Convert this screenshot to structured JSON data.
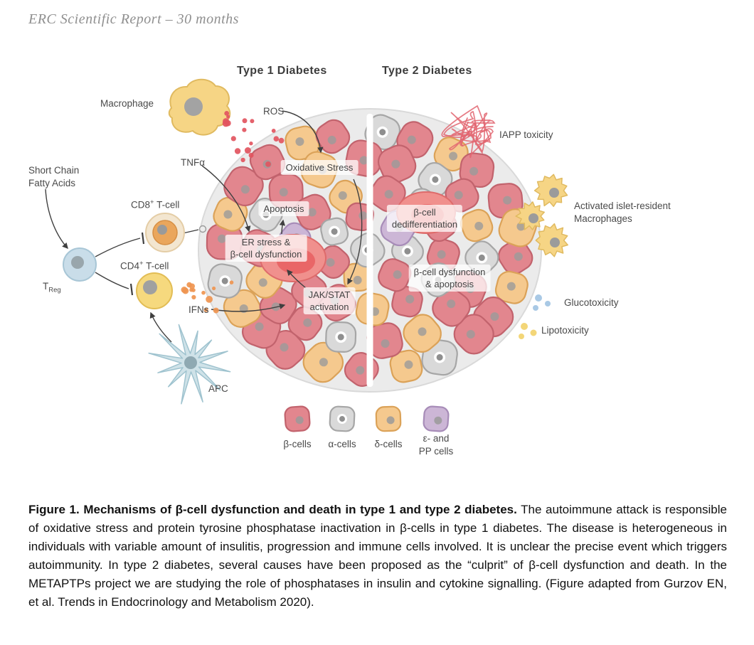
{
  "page": {
    "header": "ERC Scientific Report – 30 months"
  },
  "figure": {
    "titles": {
      "type1": "Type 1 Diabetes",
      "type2": "Type 2 Diabetes"
    },
    "left": {
      "macrophage": "Macrophage",
      "ros": "ROS",
      "tnfa": "TNFα",
      "scfa_line1": "Short Chain",
      "scfa_line2": "Fatty Acids",
      "cd8_pre": "CD8",
      "cd8_sup": "+",
      "cd8_post": " T-cell",
      "cd4_pre": "CD4",
      "cd4_sup": "+",
      "cd4_post": " T-cell",
      "treg_pre": "T",
      "treg_sub": "Reg",
      "ifns": "IFNs",
      "apc": "APC"
    },
    "islet": {
      "oxidative_stress": "Oxidative Stress",
      "apoptosis": "Apoptosis",
      "er_line1": "ER stress &",
      "er_line2": "β-cell dysfunction",
      "jak_line1": "JAK/STAT",
      "jak_line2": "activation",
      "dediff_line1": "β-cell",
      "dediff_line2": "dedifferentiation",
      "dysf_line1": "β-cell dysfunction",
      "dysf_line2": "& apoptosis"
    },
    "right": {
      "iapp": "IAPP toxicity",
      "activated_line1": "Activated islet-resident",
      "activated_line2": "Macrophages",
      "gluco": "Glucotoxicity",
      "lipo": "Lipotoxicity"
    },
    "legend": [
      {
        "label": "β-cells",
        "fill": "#e2868e",
        "stroke": "#c2636d"
      },
      {
        "label": "α-cells",
        "fill": "#d9d9d9",
        "stroke": "#a6a6a6"
      },
      {
        "label": "δ-cells",
        "fill": "#f5c98e",
        "stroke": "#dba258"
      },
      {
        "label": "ε- and",
        "label2": "PP cells",
        "fill": "#ccb6d6",
        "stroke": "#a78cb8"
      }
    ]
  },
  "palette": {
    "beta_fill": "#e2868e",
    "beta_stroke": "#c2636d",
    "alpha_fill": "#d9d9d9",
    "alpha_stroke": "#a6a6a6",
    "delta_fill": "#f5c98e",
    "delta_stroke": "#dba258",
    "eps_fill": "#ccb6d6",
    "eps_stroke": "#a78cb8",
    "ros": "#e25560",
    "ifn": "#ef9550",
    "gluco": "#a9c9e5",
    "lipo": "#f3d678",
    "iapp": "#e26570",
    "mac_fill": "#f6d585",
    "mac_stroke": "#e0ba60",
    "apc_fill": "#cfe2e8",
    "apc_stroke": "#9fc3cf",
    "islet_bg": "#ebebeb",
    "islet_edge": "#d9d9d9",
    "arrow": "#3f3f3f"
  },
  "caption": {
    "bold": "Figure 1. Mechanisms of β-cell dysfunction and death in type 1 and type 2 diabetes.",
    "text": " The autoimmune attack is responsible of oxidative stress and protein tyrosine phosphatase inactivation in β-cells in type 1 diabetes. The disease is heterogeneous in individuals with variable amount of insulitis, progression and immune cells involved. It is unclear the precise event which triggers autoimmunity. In type 2 diabetes, several causes have been proposed as the “culprit” of β-cell dysfunction and death. In the METAPTPs project we are studying the role of phosphatases in insulin and cytokine signalling. (Figure adapted from Gurzov EN, et al. Trends in Endocrinology and Metabolism 2020)."
  }
}
